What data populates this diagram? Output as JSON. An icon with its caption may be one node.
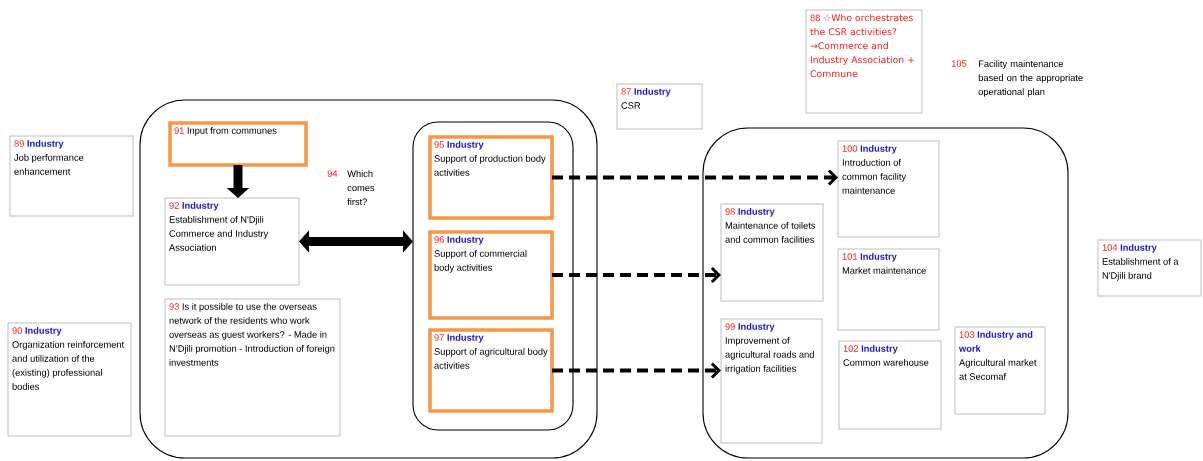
{
  "diagram": {
    "nodes": [
      {
        "text": [],
        "shape": "box"
      },
      {
        "text": [],
        "shape": "box",
        "in": 0
      },
      {
        "text": [
          "91",
          "Input from communes"
        ],
        "in": 0
      },
      {
        "text": [
          "92",
          "Industry",
          "Establishment of N'Djili Commerce and Industry Association"
        ],
        "in": 0
      },
      {
        "text": [
          "93",
          "Is it possible to use the overseas network of the residents who work overseas as guest workers? - Made in N’Djili promotion - Introduction of foreign investments"
        ],
        "in": 0
      },
      {
        "text": [
          "95",
          "Industry",
          "Support of production body activities"
        ],
        "in": 1
      },
      {
        "text": [
          "96",
          "Industry",
          "Support of commercial body activities"
        ],
        "in": 1
      },
      {
        "text": [
          "97",
          "Industry",
          "Support of agricultural body activities"
        ],
        "in": 1
      },
      {
        "text": [],
        "shape": "box"
      },
      {
        "text": [
          "100",
          "Industry",
          "Introduction of common facility maintenance"
        ],
        "in": 8
      },
      {
        "text": [
          "98",
          "Industry",
          "Maintenance of toilets and common facilities"
        ],
        "in": 8
      },
      {
        "text": [
          "101",
          "Industry",
          "Market maintenance"
        ],
        "in": 8
      },
      {
        "text": [
          "99",
          "Industry",
          "Improvement of agricultural roads and irrigation facilities"
        ],
        "in": 8
      },
      {
        "text": [
          "102",
          "Industry",
          "Common warehouse"
        ],
        "in": 8
      },
      {
        "text": [
          "103",
          "Industry and work",
          "Agricultural market at Secomaf"
        ],
        "in": 8
      },
      {
        "text": [
          "89",
          "Industry",
          "Job performance enhancement"
        ]
      },
      {
        "text": [
          "90",
          "Industry",
          "Organization reinforcement and utilization of the (existing) professional bodies"
        ]
      },
      {
        "text": [
          "87",
          "Industry",
          "CSR"
        ]
      },
      {
        "text": [
          "88",
          "☆Who orchestrates the CSR activities? →Commerce and Industry Association + Commune"
        ]
      },
      {
        "text": [
          "104",
          "Industry",
          "Establishment of a N'Djili brand"
        ]
      }
    ],
    "edges": [
      {
        "from": 2,
        "to": 3,
        "arrow": "to",
        "style": "thick"
      },
      {
        "from": 3,
        "to": 1,
        "arrow": "both",
        "style": "thick"
      },
      {
        "from": 5,
        "to": 9,
        "arrow": "to",
        "style": "dashed"
      },
      {
        "from": 6,
        "to": 10,
        "arrow": "to",
        "style": "dashed"
      },
      {
        "from": 7,
        "to": 12,
        "arrow": "to",
        "style": "dashed"
      }
    ],
    "labels": [
      "94",
      "Which comes first?",
      "105",
      "Facility maintenance based on the appropriate operational plan"
    ]
  }
}
